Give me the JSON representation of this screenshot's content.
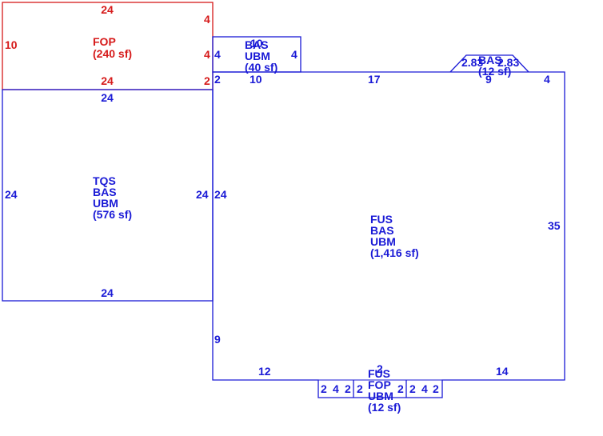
{
  "colors": {
    "main": "#1a1ad6",
    "porch": "#d61a1a"
  },
  "areas": {
    "fop": {
      "code": "FOP",
      "area": "(240 sf)"
    },
    "tqs": {
      "code1": "TQS",
      "code2": "BAS",
      "code3": "UBM",
      "area": "(576 sf)"
    },
    "fus": {
      "code1": "FUS",
      "code2": "BAS",
      "code3": "UBM",
      "area": "(1,416 sf)"
    },
    "bay": {
      "code1": "BAS",
      "code2": "UBM",
      "area": "(40 sf)",
      "overlap": "10"
    },
    "fireplace": {
      "code": "BAS",
      "area": "(12 sf)"
    },
    "bottom_box": {
      "code1": "FUS",
      "code2": "FOP",
      "code3": "UBM",
      "area": "(12 sf)"
    }
  },
  "dimensions": {
    "fop_top": "24",
    "fop_left": "10",
    "fop_right_top": "4",
    "fop_right_mid": "4",
    "fop_right_low": "2",
    "fop_bottom": "24",
    "tqs_top": "24",
    "tqs_left": "24",
    "tqs_right": "24",
    "tqs_bottom": "24",
    "main_left_top": "24",
    "main_left_low": "9",
    "main_right": "35",
    "main_top_a": "2",
    "main_top_b": "10",
    "main_top_c": "17",
    "main_top_d": "9",
    "main_top_e": "4",
    "bay_left": "4",
    "bay_right": "4",
    "main_bottom_left": "12",
    "main_bottom_right": "14",
    "notch": [
      "2",
      "4",
      "2",
      "2",
      "2",
      "2",
      "4",
      "2"
    ],
    "fireplace_dims": "2.83",
    "fireplace_dims2": "2.83",
    "notch_center_label": "2"
  }
}
